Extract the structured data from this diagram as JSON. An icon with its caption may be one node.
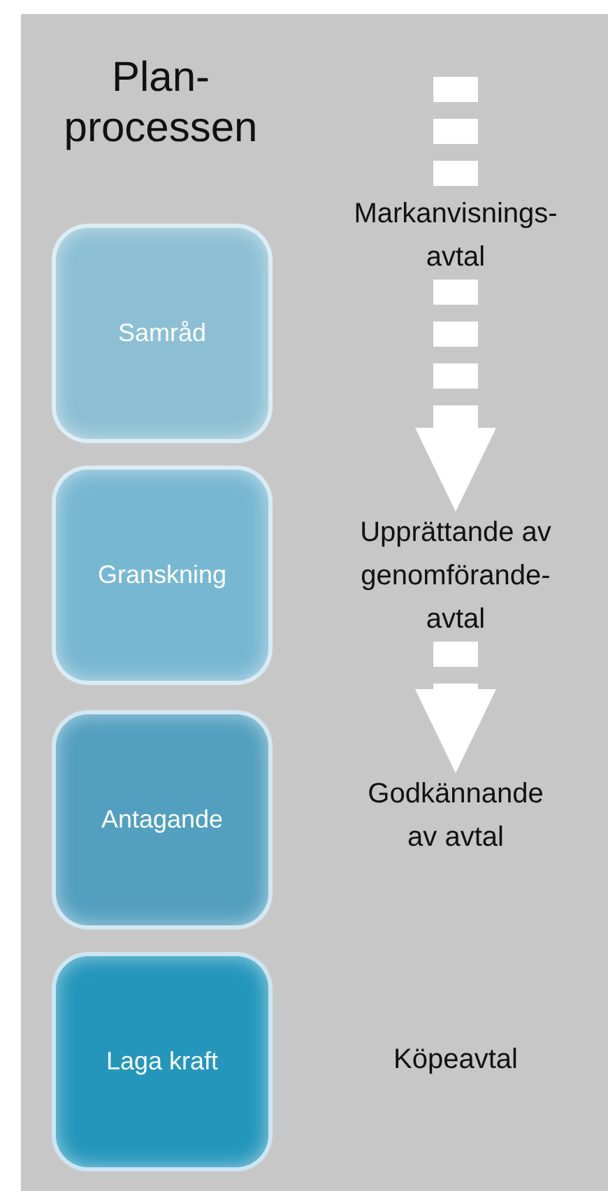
{
  "diagram": {
    "title": "Plan- processen",
    "nodes": [
      {
        "text": [
          "Samråd"
        ]
      },
      {
        "text": [
          "Granskning"
        ]
      },
      {
        "text": [
          "Antagande"
        ]
      },
      {
        "text": [
          "Laga kraft"
        ]
      },
      {
        "text": [
          "Markanvisnings- avtal"
        ]
      },
      {
        "text": [
          "Upprättande av genomförande- avtal"
        ]
      },
      {
        "text": [
          "Godkännande av avtal"
        ]
      },
      {
        "text": [
          "Köpeavtal"
        ]
      }
    ],
    "edges": [
      {
        "from": null,
        "to": 4,
        "arrow": "none",
        "style": "dashed"
      },
      {
        "from": 4,
        "to": 5,
        "arrow": "to",
        "style": "dashed"
      },
      {
        "from": 5,
        "to": 6,
        "arrow": "to",
        "style": "dashed"
      }
    ]
  }
}
